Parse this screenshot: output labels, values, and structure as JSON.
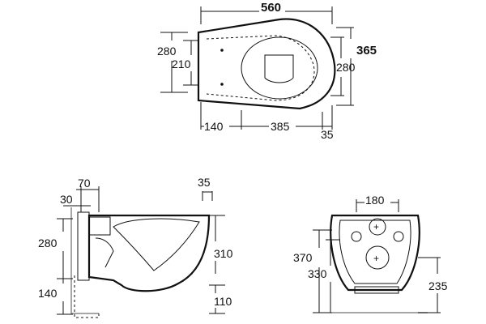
{
  "colors": {
    "ink": "#111111",
    "wall": "#888888",
    "background": "#ffffff"
  },
  "top_view": {
    "width": "560",
    "height_total": "365",
    "height_right": "280",
    "height_left_outer": "280",
    "height_left_inner": "210",
    "base_left": "140",
    "base_mid": "385",
    "base_right": "35"
  },
  "side_view": {
    "top_70": "70",
    "top_30": "30",
    "top_35": "35",
    "left_280": "280",
    "left_140": "140",
    "right_310": "310",
    "right_110": "110"
  },
  "front_view": {
    "top_180": "180",
    "left_370": "370",
    "left_330": "330",
    "right_235": "235"
  }
}
